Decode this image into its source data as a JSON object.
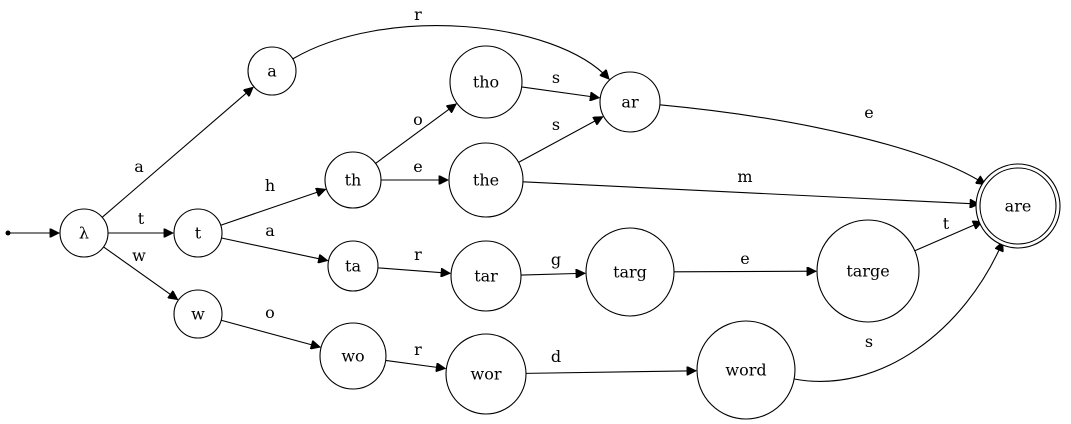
{
  "automaton": {
    "start_state": "λ",
    "accept_states": [
      "are"
    ],
    "states": [
      {
        "id": "λ",
        "label": "λ"
      },
      {
        "id": "a",
        "label": "a"
      },
      {
        "id": "t",
        "label": "t"
      },
      {
        "id": "w",
        "label": "w"
      },
      {
        "id": "th",
        "label": "th"
      },
      {
        "id": "ta",
        "label": "ta"
      },
      {
        "id": "wo",
        "label": "wo"
      },
      {
        "id": "tho",
        "label": "tho"
      },
      {
        "id": "the",
        "label": "the"
      },
      {
        "id": "tar",
        "label": "tar"
      },
      {
        "id": "wor",
        "label": "wor"
      },
      {
        "id": "ar",
        "label": "ar"
      },
      {
        "id": "targ",
        "label": "targ"
      },
      {
        "id": "word",
        "label": "word"
      },
      {
        "id": "targe",
        "label": "targe"
      },
      {
        "id": "are",
        "label": "are"
      }
    ],
    "transitions": [
      {
        "from": "λ",
        "to": "a",
        "symbol": "a"
      },
      {
        "from": "λ",
        "to": "t",
        "symbol": "t"
      },
      {
        "from": "λ",
        "to": "w",
        "symbol": "w"
      },
      {
        "from": "a",
        "to": "ar",
        "symbol": "r"
      },
      {
        "from": "t",
        "to": "th",
        "symbol": "h"
      },
      {
        "from": "t",
        "to": "ta",
        "symbol": "a"
      },
      {
        "from": "th",
        "to": "tho",
        "symbol": "o"
      },
      {
        "from": "th",
        "to": "the",
        "symbol": "e"
      },
      {
        "from": "tho",
        "to": "ar",
        "symbol": "s"
      },
      {
        "from": "the",
        "to": "ar",
        "symbol": "s"
      },
      {
        "from": "the",
        "to": "are",
        "symbol": "m"
      },
      {
        "from": "ar",
        "to": "are",
        "symbol": "e"
      },
      {
        "from": "ta",
        "to": "tar",
        "symbol": "r"
      },
      {
        "from": "tar",
        "to": "targ",
        "symbol": "g"
      },
      {
        "from": "targ",
        "to": "targe",
        "symbol": "e"
      },
      {
        "from": "targe",
        "to": "are",
        "symbol": "t"
      },
      {
        "from": "w",
        "to": "wo",
        "symbol": "o"
      },
      {
        "from": "wo",
        "to": "wor",
        "symbol": "r"
      },
      {
        "from": "wor",
        "to": "word",
        "symbol": "d"
      },
      {
        "from": "word",
        "to": "are",
        "symbol": "s"
      }
    ]
  }
}
